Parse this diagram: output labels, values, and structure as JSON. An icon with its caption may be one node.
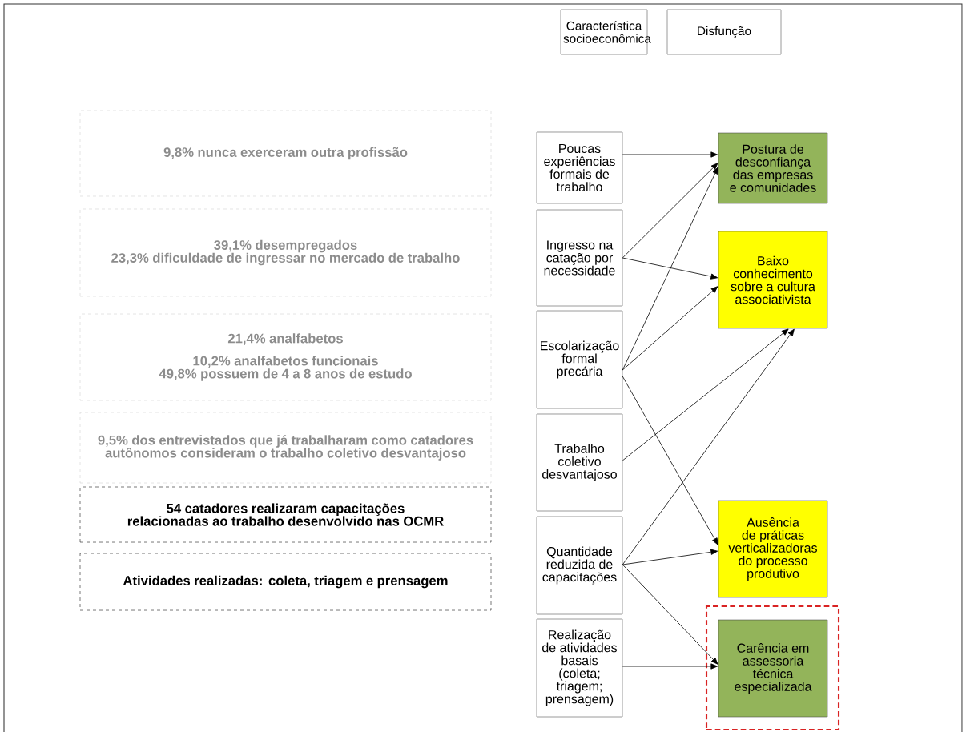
{
  "diagram": {
    "nodes": [
      {
        "text": [
          "Característica socioeconômica"
        ]
      },
      {
        "text": [
          "Disfunção"
        ]
      },
      {
        "text": [
          "9,8% nunca exerceram outra profissão"
        ]
      },
      {
        "text": [
          "39,1% desempregados",
          "23,3% dificuldade de ingressar no mercado de trabalho"
        ]
      },
      {
        "text": [
          "21,4% analfabetos",
          "10,2% analfabetos funcionais",
          "49,8% possuem de 4 a 8 anos de estudo"
        ]
      },
      {
        "text": [
          "9,5% dos entrevistados que já trabalharam como catadores autônomos consideram o trabalho coletivo desvantajoso"
        ]
      },
      {
        "text": [
          "54 catadores realizaram capacitações relacionadas ao trabalho desenvolvido nas OCMR"
        ]
      },
      {
        "text": [
          "Atividades realizadas: coleta, triagem e prensagem"
        ]
      },
      {
        "text": [
          "Poucas experiências formais de trabalho"
        ]
      },
      {
        "text": [
          "Ingresso na catação por necessidade"
        ]
      },
      {
        "text": [
          "Escolarização formal precária"
        ]
      },
      {
        "text": [
          "Trabalho coletivo desvantajoso"
        ]
      },
      {
        "text": [
          "Quantidade reduzida de capacitações"
        ]
      },
      {
        "text": [
          "Realização de atividades basais (coleta; triagem; prensagem)"
        ]
      },
      {
        "text": [
          "Postura de desconfiança das empresas e comunidades"
        ]
      },
      {
        "text": [
          "Baixo conhecimento sobre a cultura associativista"
        ]
      },
      {
        "text": [
          "Ausência de práticas verticalizadoras do processo produtivo"
        ]
      },
      {
        "text": [],
        "shape": "box"
      },
      {
        "text": [
          "Carência em assessoria técnica especializada"
        ],
        "in": 17
      }
    ],
    "edges": [
      {
        "from": 8,
        "to": 14,
        "arrow": "to"
      },
      {
        "from": 9,
        "to": 14,
        "arrow": "to"
      },
      {
        "from": 9,
        "to": 15,
        "arrow": "to"
      },
      {
        "from": 10,
        "to": 14,
        "arrow": "to"
      },
      {
        "from": 10,
        "to": 15,
        "arrow": "to"
      },
      {
        "from": 10,
        "to": 16,
        "arrow": "to"
      },
      {
        "from": 11,
        "to": 15,
        "arrow": "to"
      },
      {
        "from": 12,
        "to": 15,
        "arrow": "to"
      },
      {
        "from": 12,
        "to": 16,
        "arrow": "to"
      },
      {
        "from": 12,
        "to": 18,
        "arrow": "to"
      },
      {
        "from": 13,
        "to": 18,
        "arrow": "to"
      }
    ]
  }
}
